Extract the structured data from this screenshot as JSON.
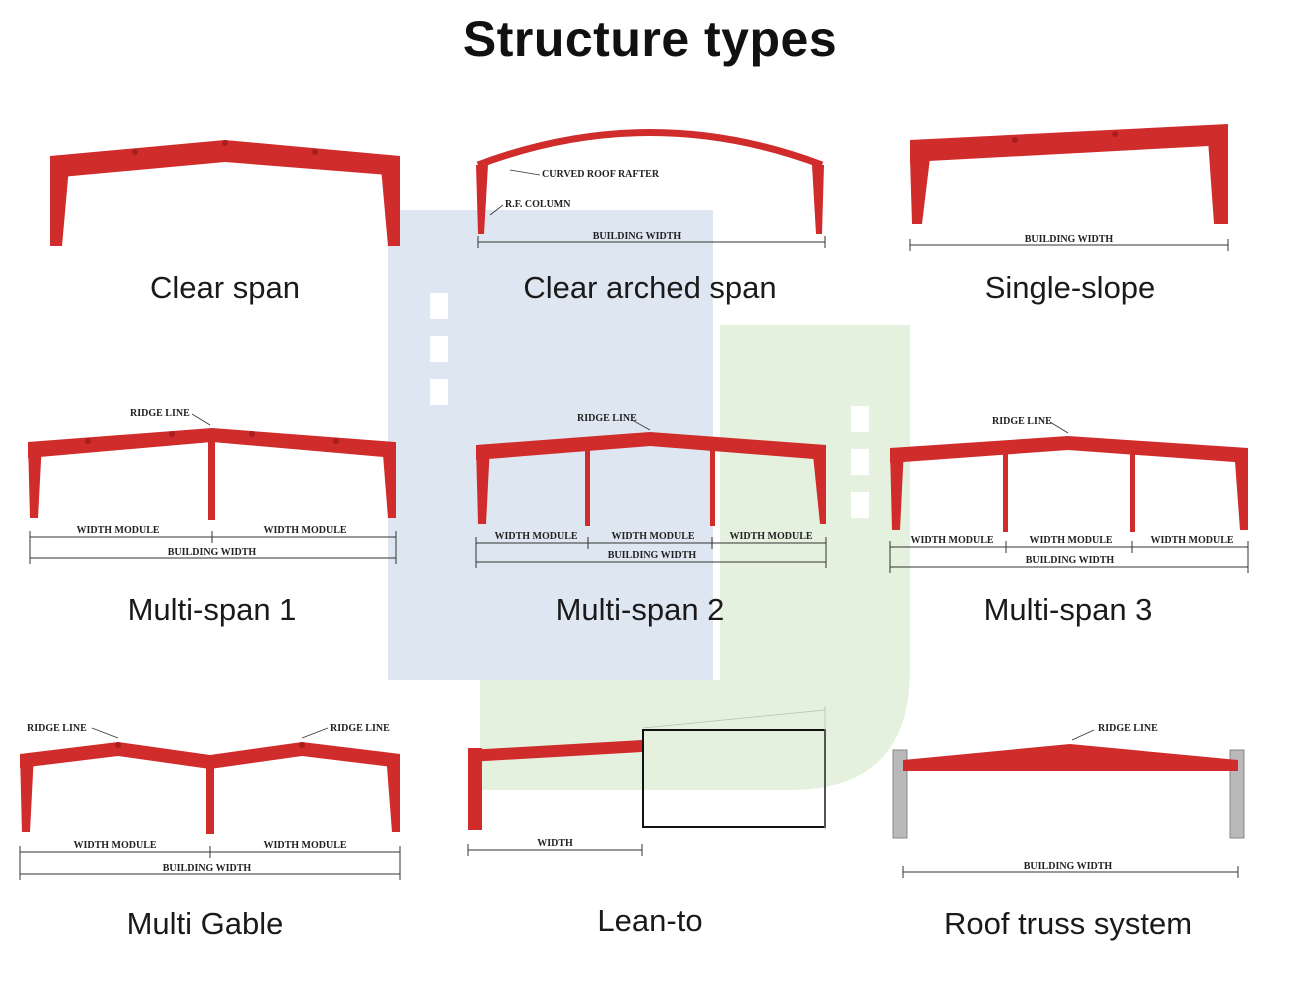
{
  "title": "Structure types",
  "colors": {
    "frame": "#d02c2c",
    "frame_dark": "#a81e1e",
    "wall": "#b9b9b9",
    "watermark_blue": "#d8e3ef",
    "watermark_green": "#dfeed8"
  },
  "panels": {
    "clear_span": {
      "caption": "Clear span"
    },
    "clear_arched_span": {
      "caption": "Clear arched span",
      "labels": {
        "rafter": "CURVED ROOF RAFTER",
        "column": "R.F. COLUMN",
        "width": "BUILDING WIDTH"
      }
    },
    "single_slope": {
      "caption": "Single-slope",
      "labels": {
        "width": "BUILDING WIDTH"
      }
    },
    "multi_span_1": {
      "caption": "Multi-span 1",
      "labels": {
        "ridge": "RIDGE LINE",
        "module": "WIDTH MODULE",
        "width": "BUILDING WIDTH"
      }
    },
    "multi_span_2": {
      "caption": "Multi-span 2",
      "labels": {
        "ridge": "RIDGE LINE",
        "module": "WIDTH MODULE",
        "width": "BUILDING WIDTH"
      }
    },
    "multi_span_3": {
      "caption": "Multi-span 3",
      "labels": {
        "ridge": "RIDGE LINE",
        "module": "WIDTH MODULE",
        "width": "BUILDING WIDTH"
      }
    },
    "multi_gable": {
      "caption": "Multi Gable",
      "labels": {
        "ridge": "RIDGE LINE",
        "module": "WIDTH MODULE",
        "width": "BUILDING WIDTH"
      }
    },
    "lean_to": {
      "caption": "Lean-to",
      "labels": {
        "width": "WIDTH"
      }
    },
    "roof_truss": {
      "caption": "Roof truss system",
      "labels": {
        "ridge": "RIDGE LINE",
        "width": "BUILDING WIDTH"
      }
    }
  }
}
